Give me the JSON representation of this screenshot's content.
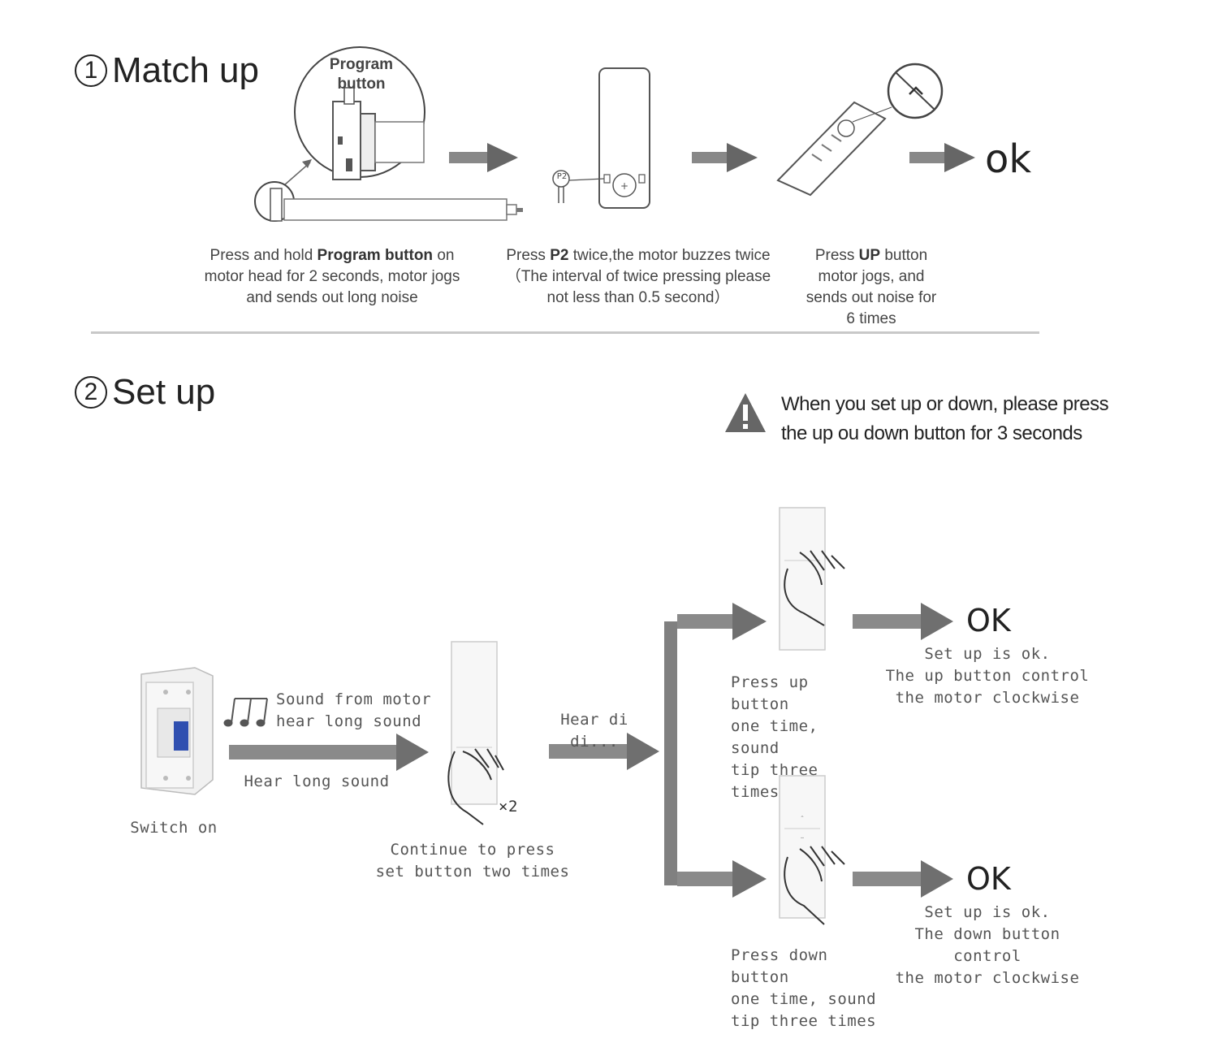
{
  "section1": {
    "number": "1",
    "title": "Match up",
    "program_button_label": [
      "Program",
      "button"
    ],
    "p2_label": "P2",
    "ok_label": "ok",
    "step1_caption": {
      "pre": "Press and hold ",
      "bold": "Program button",
      "post": " on",
      "line2": "motor head for 2 seconds, motor jogs",
      "line3": "and sends out long noise"
    },
    "step2_caption": {
      "pre": "Press ",
      "bold": "P2",
      "post": " twice,the motor buzzes twice",
      "line2": "（The interval of twice pressing please",
      "line3": "not less than 0.5 second）"
    },
    "step3_caption": {
      "pre": "Press ",
      "bold": "UP",
      "post": " button",
      "line2": "motor jogs, and",
      "line3": "sends out noise for",
      "line4": "6 times"
    }
  },
  "section2": {
    "number": "2",
    "title": "Set up",
    "warning": {
      "line1": "When you set up or down, please press",
      "line2": "the up ou down button for 3 seconds"
    },
    "switch_label": "Switch on",
    "sound_text": [
      "Sound from motor",
      "hear long sound"
    ],
    "hear_long_sound": "Hear long sound",
    "x2_label": "×2",
    "continue_caption": [
      "Continue to press",
      "set button two times"
    ],
    "hear_di": "Hear di di...",
    "up_caption": [
      "Press up button",
      "one time, sound",
      "tip three times"
    ],
    "down_caption": [
      "Press down button",
      "one time, sound",
      "tip three times"
    ],
    "ok_up": "OK",
    "ok_down": "OK",
    "up_result": [
      "Set up is ok.",
      "The up button control",
      "the motor clockwise"
    ],
    "down_result": [
      "Set up is ok.",
      "The down button control",
      "the motor clockwise"
    ]
  }
}
